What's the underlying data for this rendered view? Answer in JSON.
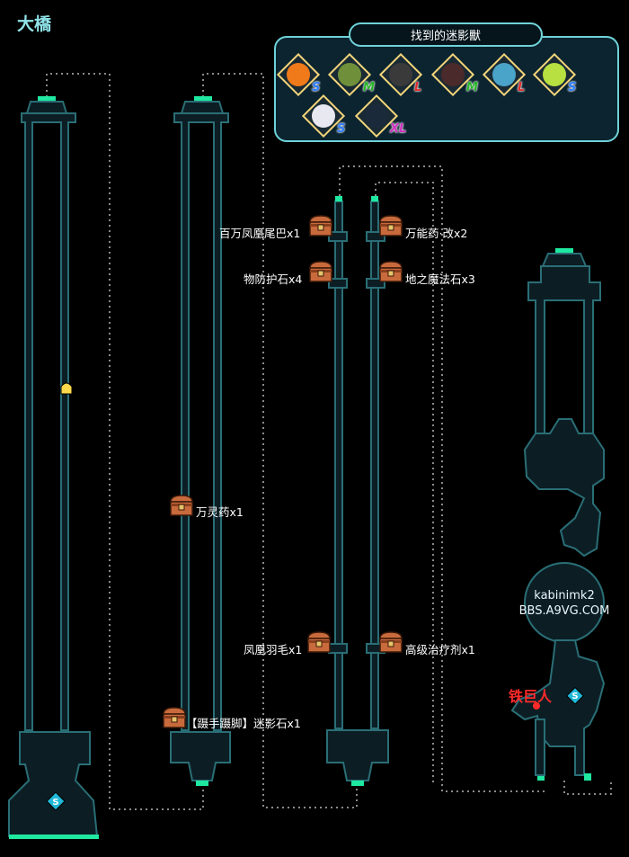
{
  "map_title": "大橋",
  "panel": {
    "title": "找到的迷影獸",
    "monsters": [
      {
        "name": "pumpkin",
        "size": "S",
        "size_color": "#2c7cff",
        "color": "#f07a1a"
      },
      {
        "name": "green-dragon",
        "size": "M",
        "size_color": "#2ab52a",
        "color": "#6f8f3a"
      },
      {
        "name": "dark-beast",
        "size": "L",
        "size_color": "#e03030",
        "color": "#3a3a3a"
      },
      {
        "name": "red-horn-beast",
        "size": "M",
        "size_color": "#2ab52a",
        "color": "#4a2a2a"
      },
      {
        "name": "blue-wolf",
        "size": "L",
        "size_color": "#e03030",
        "color": "#4aa3c8"
      },
      {
        "name": "green-orb",
        "size": "S",
        "size_color": "#2c7cff",
        "color": "#b8e040"
      },
      {
        "name": "panda-ghost",
        "size": "S",
        "size_color": "#2c7cff",
        "color": "#e8e8f0"
      },
      {
        "name": "shadow-cat",
        "size": "XL",
        "size_color": "#d030c0",
        "color": "#1a2a3a"
      }
    ]
  },
  "items": {
    "phoenix_tail": "百万凤凰尾巴x1",
    "elixir_kai": "万能药·改x2",
    "defense_stone": "物防护石x4",
    "earth_magic_stone": "地之魔法石x3",
    "panacea": "万灵药x1",
    "phoenix_feather": "凤凰羽毛x1",
    "high_potion": "高级治疗剂x1",
    "sneak_foot": "【蹑手蹑脚】迷影石x1"
  },
  "boss": "铁巨人",
  "watermark": {
    "line1": "kabinimk2",
    "line2": "BBS.A9VG.COM"
  },
  "save_point": "S",
  "colors": {
    "wall": "#1f5a62",
    "floor": "#12323a",
    "accent": "#1fe8a0",
    "path": "#9a9a9a",
    "chest": "#c96a3c"
  }
}
